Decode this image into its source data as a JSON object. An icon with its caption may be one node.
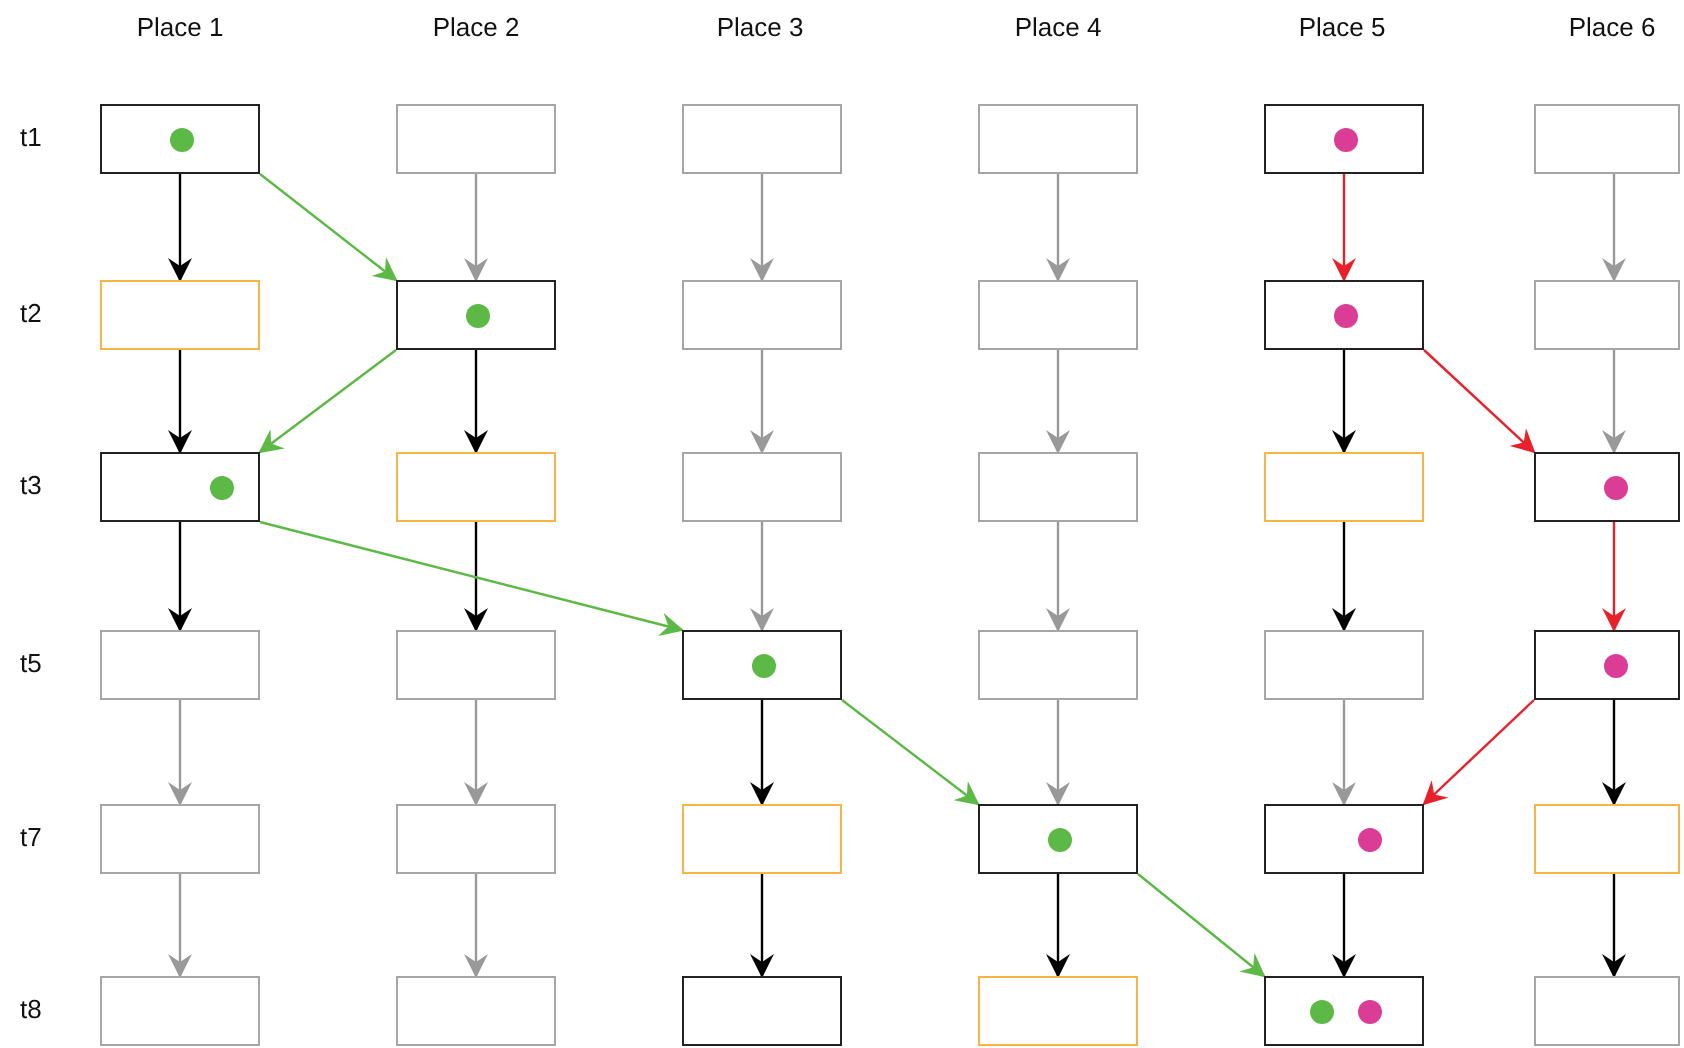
{
  "diagram": {
    "nodes": [
      {
        "text": [],
        "shape": "box"
      },
      {
        "text": [],
        "shape": "box"
      },
      {
        "text": [],
        "shape": "box"
      },
      {
        "text": [],
        "shape": "box"
      },
      {
        "text": [],
        "shape": "box"
      },
      {
        "text": [],
        "shape": "box"
      },
      {
        "text": [],
        "shape": "box"
      },
      {
        "text": [],
        "shape": "box"
      },
      {
        "text": [],
        "shape": "box"
      },
      {
        "text": [],
        "shape": "box"
      },
      {
        "text": [],
        "shape": "box"
      },
      {
        "text": [],
        "shape": "box"
      },
      {
        "text": [],
        "shape": "box"
      },
      {
        "text": [],
        "shape": "box"
      },
      {
        "text": [],
        "shape": "box"
      },
      {
        "text": [],
        "shape": "box"
      },
      {
        "text": [],
        "shape": "box"
      },
      {
        "text": [],
        "shape": "box"
      },
      {
        "text": [],
        "shape": "box"
      },
      {
        "text": [],
        "shape": "box"
      },
      {
        "text": [],
        "shape": "box"
      },
      {
        "text": [],
        "shape": "box"
      },
      {
        "text": [],
        "shape": "box"
      },
      {
        "text": [],
        "shape": "box"
      },
      {
        "text": [],
        "shape": "box"
      },
      {
        "text": [],
        "shape": "box"
      },
      {
        "text": [],
        "shape": "box"
      },
      {
        "text": [],
        "shape": "box"
      },
      {
        "text": [],
        "shape": "box"
      },
      {
        "text": [],
        "shape": "box"
      },
      {
        "text": [],
        "shape": "box"
      },
      {
        "text": [],
        "shape": "box"
      },
      {
        "text": [],
        "shape": "box"
      },
      {
        "text": [],
        "shape": "box"
      },
      {
        "text": [],
        "shape": "box"
      },
      {
        "text": [],
        "shape": "box"
      }
    ],
    "edges": [
      {
        "from": 0,
        "to": 6,
        "arrow": "to",
        "color": "#000000"
      },
      {
        "from": 6,
        "to": 12,
        "arrow": "to",
        "color": "#000000"
      },
      {
        "from": 12,
        "to": 18,
        "arrow": "to",
        "color": "#000000"
      },
      {
        "from": 18,
        "to": 24,
        "arrow": "to"
      },
      {
        "from": 24,
        "to": 30,
        "arrow": "to"
      },
      {
        "from": 1,
        "to": 7,
        "arrow": "to"
      },
      {
        "from": 7,
        "to": 13,
        "arrow": "to",
        "color": "#000000"
      },
      {
        "from": 13,
        "to": 19,
        "arrow": "to",
        "color": "#000000"
      },
      {
        "from": 19,
        "to": 25,
        "arrow": "to"
      },
      {
        "from": 25,
        "to": 31,
        "arrow": "to"
      },
      {
        "from": 2,
        "to": 8,
        "arrow": "to"
      },
      {
        "from": 8,
        "to": 14,
        "arrow": "to"
      },
      {
        "from": 14,
        "to": 20,
        "arrow": "to"
      },
      {
        "from": 20,
        "to": 26,
        "arrow": "to",
        "color": "#000000"
      },
      {
        "from": 26,
        "to": 32,
        "arrow": "to",
        "color": "#000000"
      },
      {
        "from": 3,
        "to": 9,
        "arrow": "to"
      },
      {
        "from": 9,
        "to": 15,
        "arrow": "to"
      },
      {
        "from": 15,
        "to": 21,
        "arrow": "to"
      },
      {
        "from": 21,
        "to": 27,
        "arrow": "to"
      },
      {
        "from": 27,
        "to": 33,
        "arrow": "to",
        "color": "#000000"
      },
      {
        "from": 4,
        "to": 10,
        "arrow": "to",
        "color": "#e8202a"
      },
      {
        "from": 10,
        "to": 16,
        "arrow": "to",
        "color": "#000000"
      },
      {
        "from": 16,
        "to": 22,
        "arrow": "to",
        "color": "#000000"
      },
      {
        "from": 22,
        "to": 28,
        "arrow": "to"
      },
      {
        "from": 28,
        "to": 34,
        "arrow": "to",
        "color": "#000000"
      },
      {
        "from": 5,
        "to": 11,
        "arrow": "to"
      },
      {
        "from": 11,
        "to": 17,
        "arrow": "to"
      },
      {
        "from": 17,
        "to": 23,
        "arrow": "to",
        "color": "#e8202a"
      },
      {
        "from": 23,
        "to": 29,
        "arrow": "to",
        "color": "#000000"
      },
      {
        "from": 29,
        "to": 35,
        "arrow": "to",
        "color": "#000000"
      },
      {
        "from": 0,
        "to": 7,
        "arrow": "to",
        "color": "#5cb946"
      },
      {
        "from": 7,
        "to": 12,
        "arrow": "to",
        "color": "#5cb946"
      },
      {
        "from": 12,
        "to": 20,
        "arrow": "to",
        "color": "#5cb946"
      },
      {
        "from": 20,
        "to": 27,
        "arrow": "to",
        "color": "#5cb946"
      },
      {
        "from": 27,
        "to": 34,
        "arrow": "to",
        "color": "#5cb946"
      },
      {
        "from": 10,
        "to": 17,
        "arrow": "to",
        "color": "#e8202a"
      },
      {
        "from": 23,
        "to": 28,
        "arrow": "to",
        "color": "#e8202a"
      }
    ],
    "labels": [
      "Place 1",
      "Place 2",
      "Place 3",
      "Place 4",
      "Place 5",
      "Place 6",
      "t1",
      "t2",
      "t3",
      "t5",
      "t7",
      "t8"
    ]
  }
}
